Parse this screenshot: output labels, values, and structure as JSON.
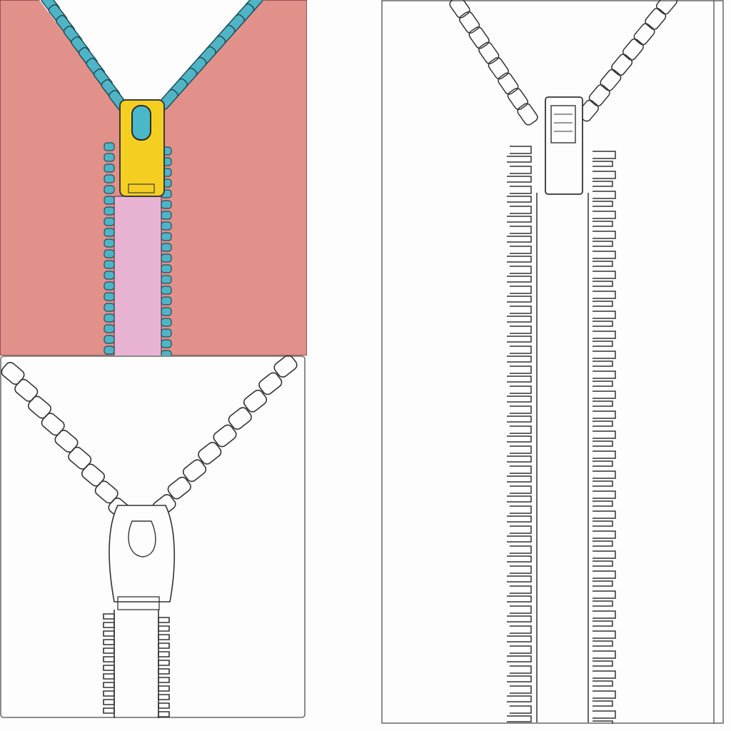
{
  "colors": {
    "fabric": "#e2908a",
    "teeth_teal": "#4fb4c6",
    "tape_pink": "#e8b2d2",
    "slider_yellow": "#f4cf22",
    "slider_hole_teal": "#49b8c8",
    "line": "#3a3a3a",
    "paper": "#fdfdfd"
  },
  "panels": [
    {
      "name": "colored-zipper",
      "style": "colored",
      "slider": "yellow-pull"
    },
    {
      "name": "sketched-zipper-open",
      "style": "line-art"
    },
    {
      "name": "tall-zipper-line-art",
      "style": "line-art",
      "slider": "rectangular-pull"
    }
  ]
}
